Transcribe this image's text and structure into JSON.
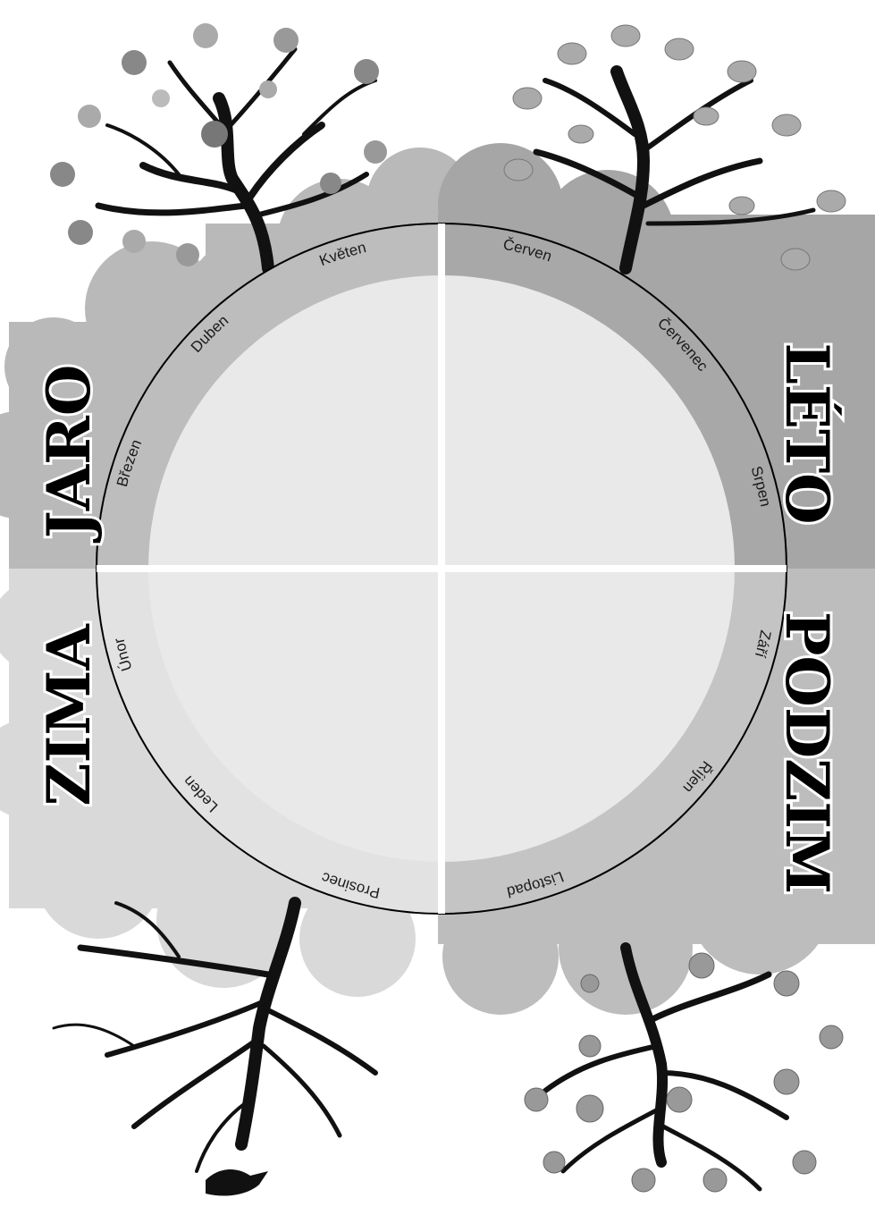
{
  "seasons": {
    "spring": "JARO",
    "summer": "LÉTO",
    "autumn": "PODZIM",
    "winter": "ZIMA"
  },
  "months": {
    "jan": "Leden",
    "feb": "Únor",
    "mar": "Březen",
    "apr": "Duben",
    "may": "Květen",
    "jun": "Červen",
    "jul": "Červenec",
    "aug": "Srpen",
    "sep": "Září",
    "oct": "Říjen",
    "nov": "Listopad",
    "dec": "Prosinec"
  },
  "colors": {
    "cloud_spring": "#b9b9b9",
    "cloud_summer": "#a6a6a6",
    "cloud_autumn": "#bdbdbd",
    "cloud_winter": "#d9d9d9",
    "ring_spring": "#bdbdbd",
    "ring_summer": "#a8a8a8",
    "ring_autumn": "#c4c4c4",
    "ring_winter": "#e2e2e2",
    "inner_quadrant": "#e9e9e9",
    "divider": "#ffffff",
    "outline": "#000000"
  },
  "icons": [
    "tree-spring-blossom-icon",
    "tree-summer-leaves-icon",
    "tree-autumn-icon",
    "tree-winter-bare-icon",
    "bird-icon"
  ]
}
